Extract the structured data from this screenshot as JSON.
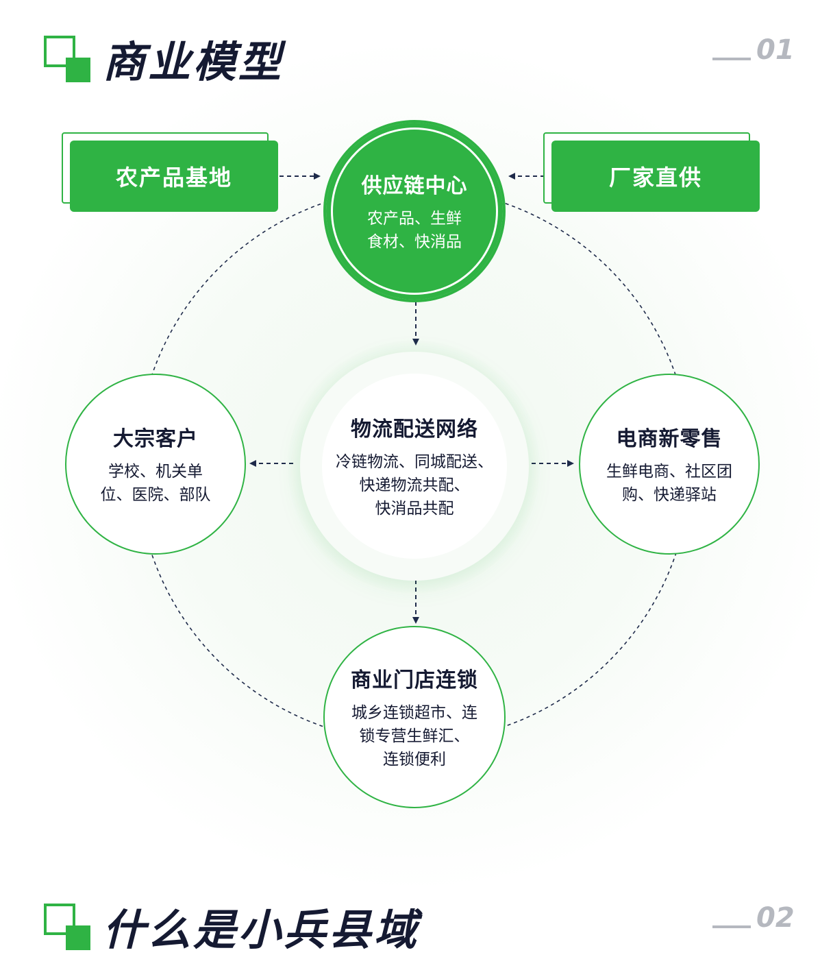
{
  "sections": [
    {
      "title": "商业模型",
      "number": "01"
    },
    {
      "title": "什么是小兵县域",
      "number": "02"
    }
  ],
  "sources": {
    "left": "农产品基地",
    "right": "厂家直供"
  },
  "nodes": {
    "supply": {
      "title": "供应链中心",
      "lines": [
        "农产品、生鲜",
        "食材、快消品"
      ]
    },
    "logistics": {
      "title": "物流配送网络",
      "lines": [
        "冷链物流、同城配送、",
        "快递物流共配、",
        "快消品共配"
      ]
    },
    "bulk": {
      "title": "大宗客户",
      "lines": [
        "学校、机关单",
        "位、医院、部队"
      ]
    },
    "retail": {
      "title": "电商新零售",
      "lines": [
        "生鲜电商、社区团",
        "购、快递驿站"
      ]
    },
    "store": {
      "title": "商业门店连锁",
      "lines": [
        "城乡连锁超市、连",
        "锁专营生鲜汇、",
        "连锁便利"
      ]
    }
  },
  "colors": {
    "accent": "#2fb344",
    "text": "#151a32",
    "muted": "#b5b8bf",
    "arrow": "#1e2a4a"
  }
}
